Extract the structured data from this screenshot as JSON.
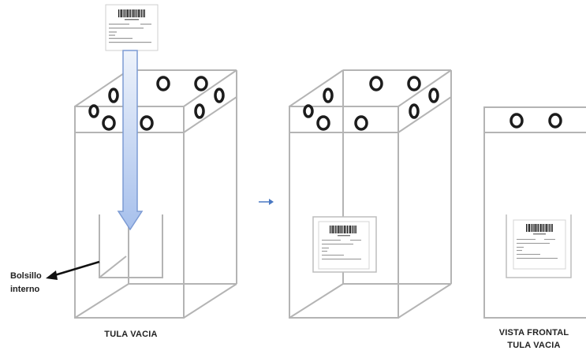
{
  "labels": {
    "pocket": [
      "Bolsillo",
      "interno"
    ],
    "empty_bag": "TULA VACIA",
    "front_view": [
      "VISTA FRONTAL",
      "TULA VACIA"
    ]
  },
  "icons": {
    "insert_arrow": "down-arrow-icon",
    "step_arrow": "right-arrow-icon",
    "pointer_arrow": "pointer-arrow-icon",
    "ring": "ring-icon",
    "barcode": "barcode-icon"
  },
  "colors": {
    "box_edges": "#b4b4b4",
    "rings": "#1c1c1c",
    "insert_arrow_top": "#eef3fb",
    "insert_arrow_bottom": "#a7c0ec",
    "insert_arrow_stroke": "#7d9bd4",
    "step_arrow": "#4a78c2"
  }
}
